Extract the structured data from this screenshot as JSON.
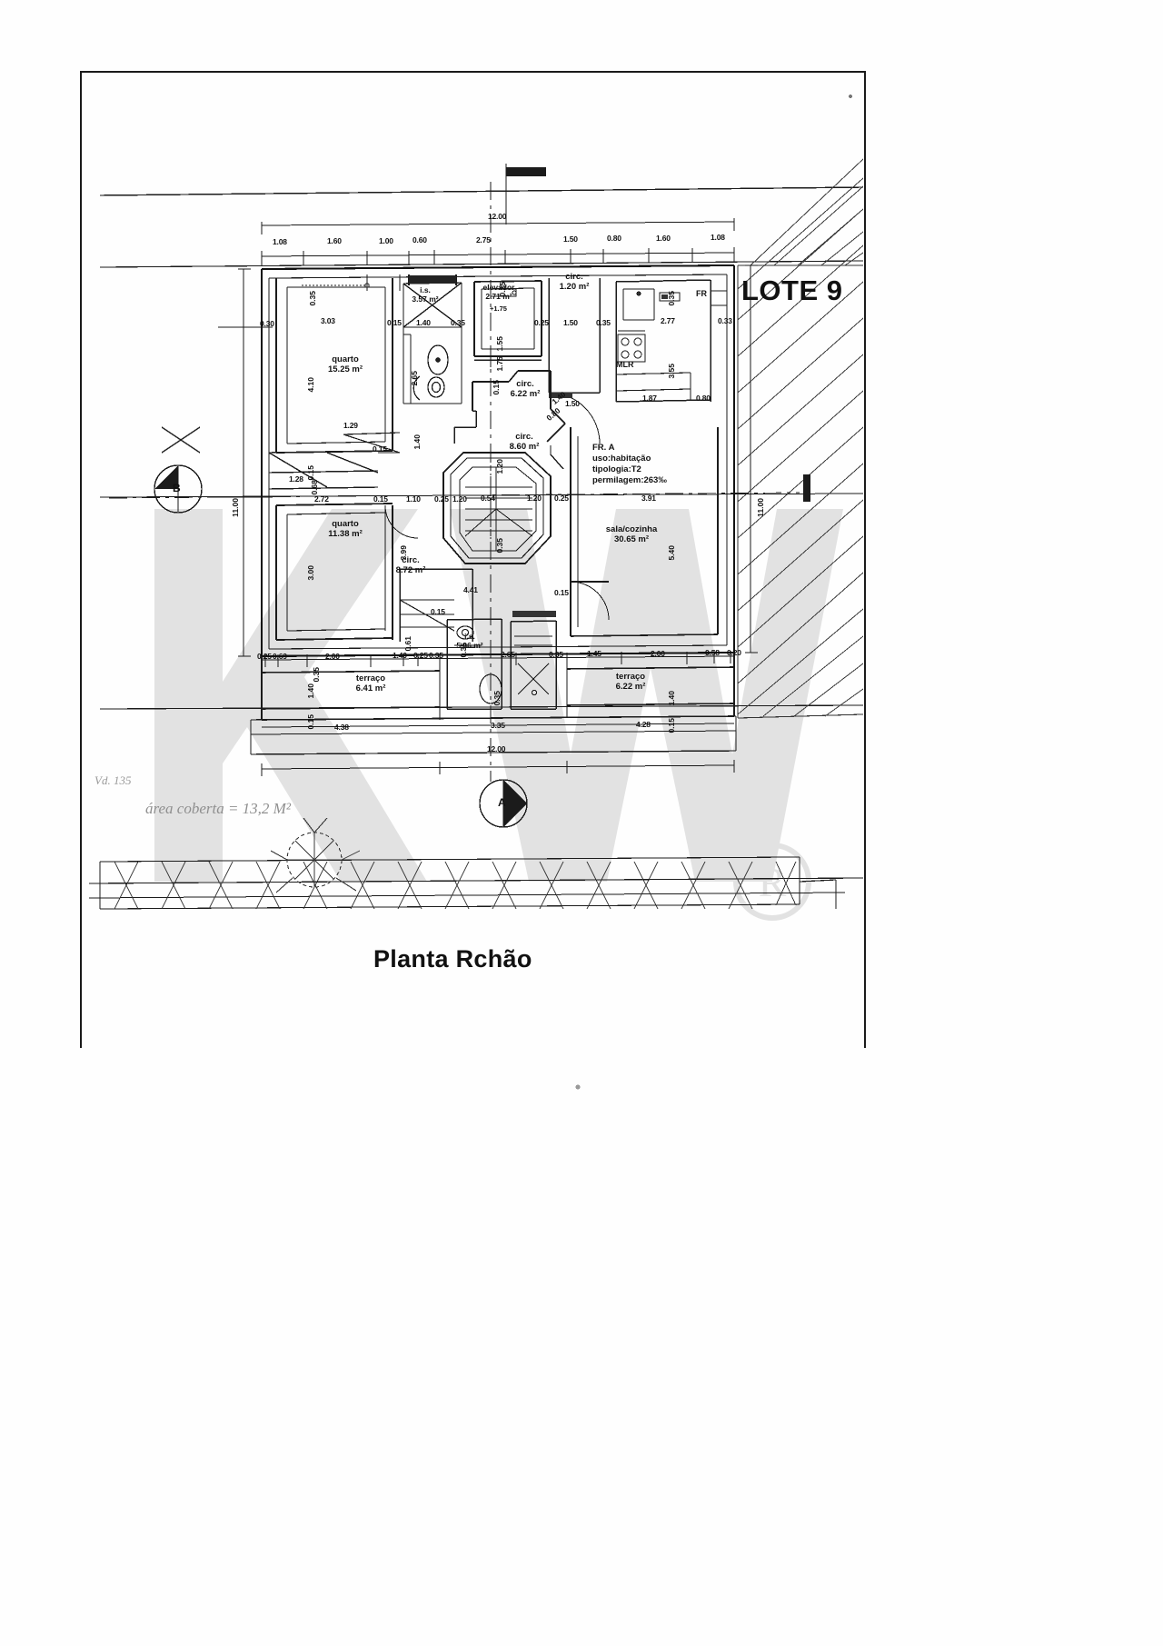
{
  "document": {
    "title": "Planta Rchão",
    "lot_label": "LOTE 9"
  },
  "overall_dimensions": {
    "top_total": "12.00",
    "bottom_total": "12.00",
    "left_height": "11.00",
    "right_height": "11.00"
  },
  "dimension_chains": {
    "top_row": [
      "1.08",
      "1.60",
      "1.00",
      "0.60",
      "2.75",
      "1.50",
      "0.80",
      "1.60",
      "1.08"
    ],
    "bottom_row": [
      "0.25",
      "0.69",
      "2.00",
      "1.40",
      "0.25",
      "0.35",
      "2.65",
      "0.35",
      "1.45",
      "2.00",
      "0.58",
      "0.20"
    ],
    "bottom_totals": [
      "4.38",
      "3.35",
      "4.28"
    ],
    "interior_horizontal": [
      "0.30",
      "3.03",
      "0.15",
      "1.40",
      "0.35",
      "0.25",
      "1.50",
      "0.35",
      "2.77",
      "0.33"
    ],
    "mid_row": [
      "2.72",
      "0.15",
      "1.10",
      "0.25",
      "1.20",
      "0.54",
      "1.20",
      "0.25",
      "3.91"
    ],
    "misc": [
      "1.29",
      "1.28",
      "0.68",
      "0.15",
      "4.41",
      "1.10",
      "0.15",
      "0.15",
      "1.87",
      "0.80",
      "1.50",
      "0.61",
      "1.40",
      "0.80",
      "0.25"
    ],
    "vertical_left": [
      "0.35",
      "4.10",
      "3.00",
      "1.40",
      "0.15",
      "0.35",
      "0.25",
      "0.15"
    ],
    "vertical_mid": [
      "2.65",
      "1.75",
      "1.55",
      "0.15",
      "0.25",
      "1.20",
      "0.35",
      "3.99",
      "0.35"
    ],
    "vertical_right": [
      "0.35",
      "3.55",
      "5.40",
      "1.40",
      "0.15"
    ]
  },
  "rooms": [
    {
      "id": "quarto-1",
      "name": "quarto",
      "area": "15.25 m²"
    },
    {
      "id": "quarto-2",
      "name": "quarto",
      "area": "11.38 m²"
    },
    {
      "id": "is-1",
      "name": "i.s.",
      "area": "3.57 m²"
    },
    {
      "id": "is-2",
      "name": "i.s.",
      "area": "5.06 m²"
    },
    {
      "id": "elevador",
      "name": "elevador",
      "area": "2.71 m²"
    },
    {
      "id": "circ-1",
      "name": "circ.",
      "area": "1.20 m²"
    },
    {
      "id": "circ-2",
      "name": "circ.",
      "area": "6.22 m²"
    },
    {
      "id": "circ-3",
      "name": "circ.",
      "area": "8.60 m²"
    },
    {
      "id": "circ-4",
      "name": "circ.",
      "area": "8.72 m²"
    },
    {
      "id": "sala-cozinha",
      "name": "sala/cozinha",
      "area": "30.65 m²"
    },
    {
      "id": "terraco-1",
      "name": "terraço",
      "area": "6.41 m²"
    },
    {
      "id": "terraco-2",
      "name": "terraço",
      "area": "6.22 m²"
    }
  ],
  "fraction_block": {
    "code": "FR. A",
    "use": "uso:habitação",
    "typology": "tipologia:T2",
    "permillage": "permilagem:263‰"
  },
  "annotations": {
    "fr_right": "FR",
    "mlr": "MLR",
    "elevator_height": "+1.75",
    "section_marker_a": "A",
    "section_marker_b": "B",
    "handwriting_line1": "Vd. 135",
    "handwriting_line2": "área coberta = 13,2 M²"
  }
}
